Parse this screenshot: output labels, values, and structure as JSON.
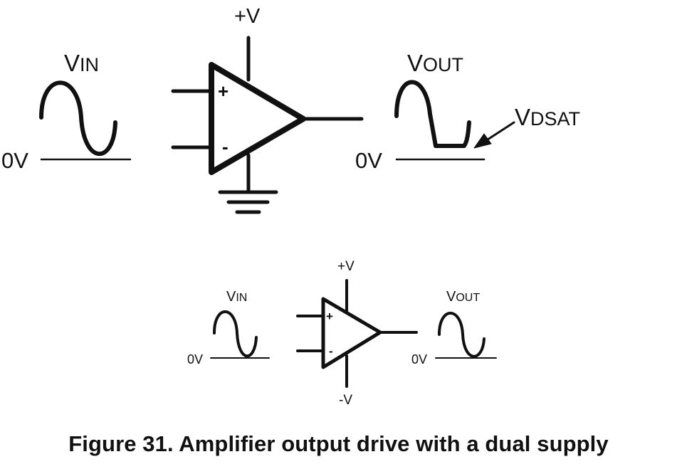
{
  "top": {
    "vin": {
      "main": "V",
      "sub": "IN"
    },
    "vout": {
      "main": "V",
      "sub": "OUT"
    },
    "vdsat": {
      "main": "V",
      "sub": "DSAT"
    },
    "zero_left": "0V",
    "zero_right": "0V",
    "supply_pos": "+V",
    "plus": "+",
    "minus": "-"
  },
  "bottom": {
    "vin": {
      "main": "V",
      "sub": "IN"
    },
    "vout": {
      "main": "V",
      "sub": "OUT"
    },
    "zero_left": "0V",
    "zero_right": "0V",
    "supply_pos": "+V",
    "supply_neg": "-V",
    "plus": "+",
    "minus": "-"
  },
  "caption": "Figure 31.  Amplifier output drive with a dual supply",
  "colors": {
    "ink": "#111111",
    "background": "#ffffff"
  }
}
